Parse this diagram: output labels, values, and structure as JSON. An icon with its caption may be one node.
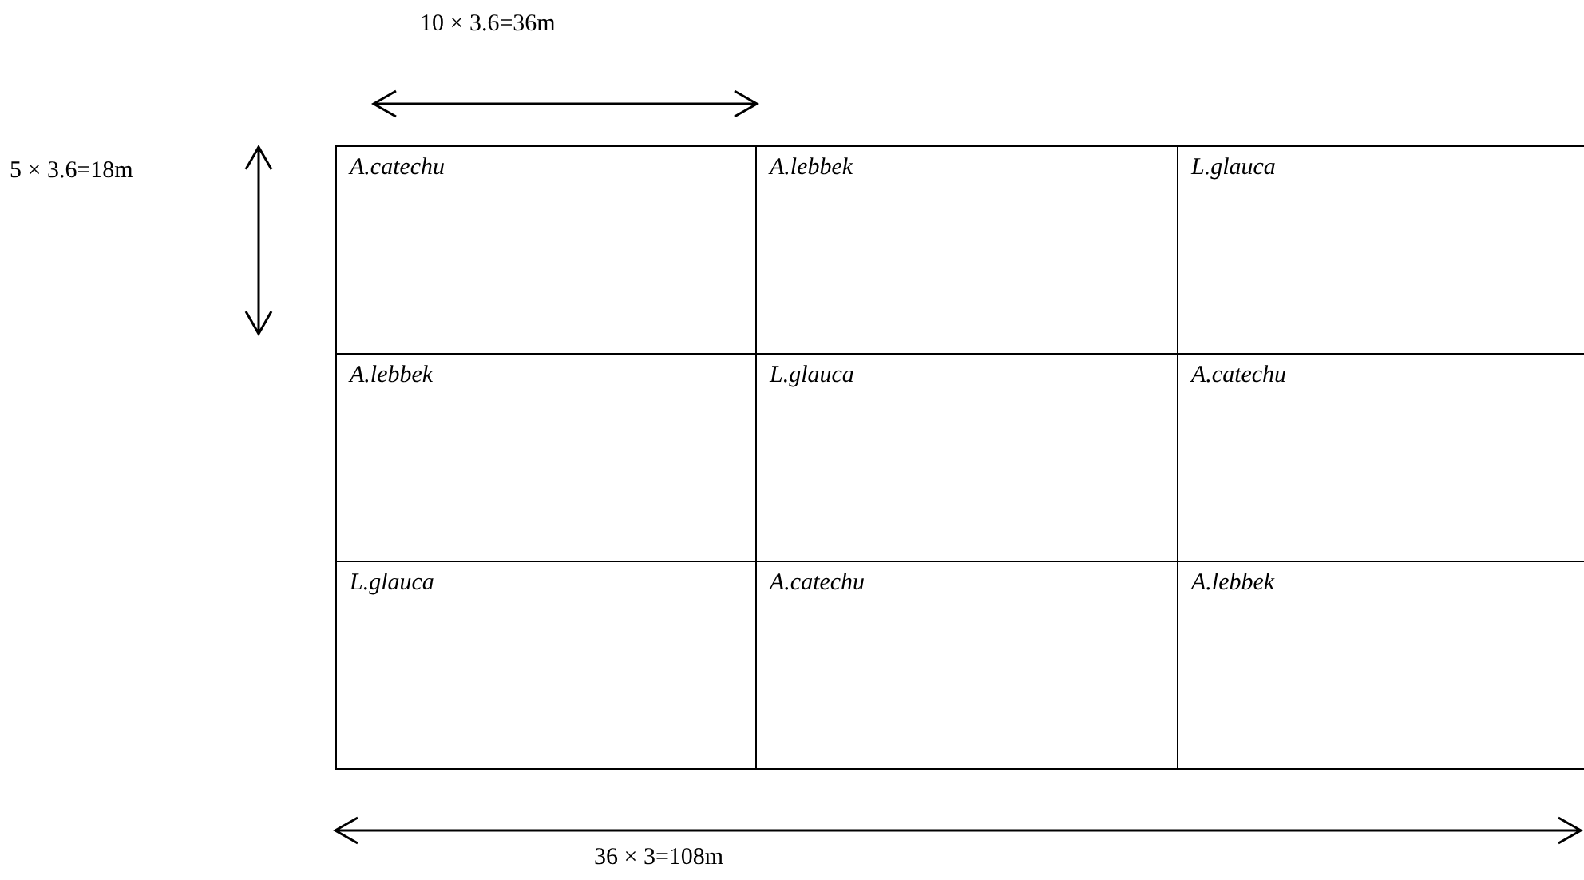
{
  "diagram": {
    "labels": [
      "10 × 3.6=36m",
      "5 × 3.6=18m",
      "A.catechu",
      "A.lebbek",
      "L.glauca",
      "A.lebbek",
      "L.glauca",
      "A.catechu",
      "L.glauca",
      "A.catechu",
      "A.lebbek",
      "36 × 3=108m"
    ]
  }
}
